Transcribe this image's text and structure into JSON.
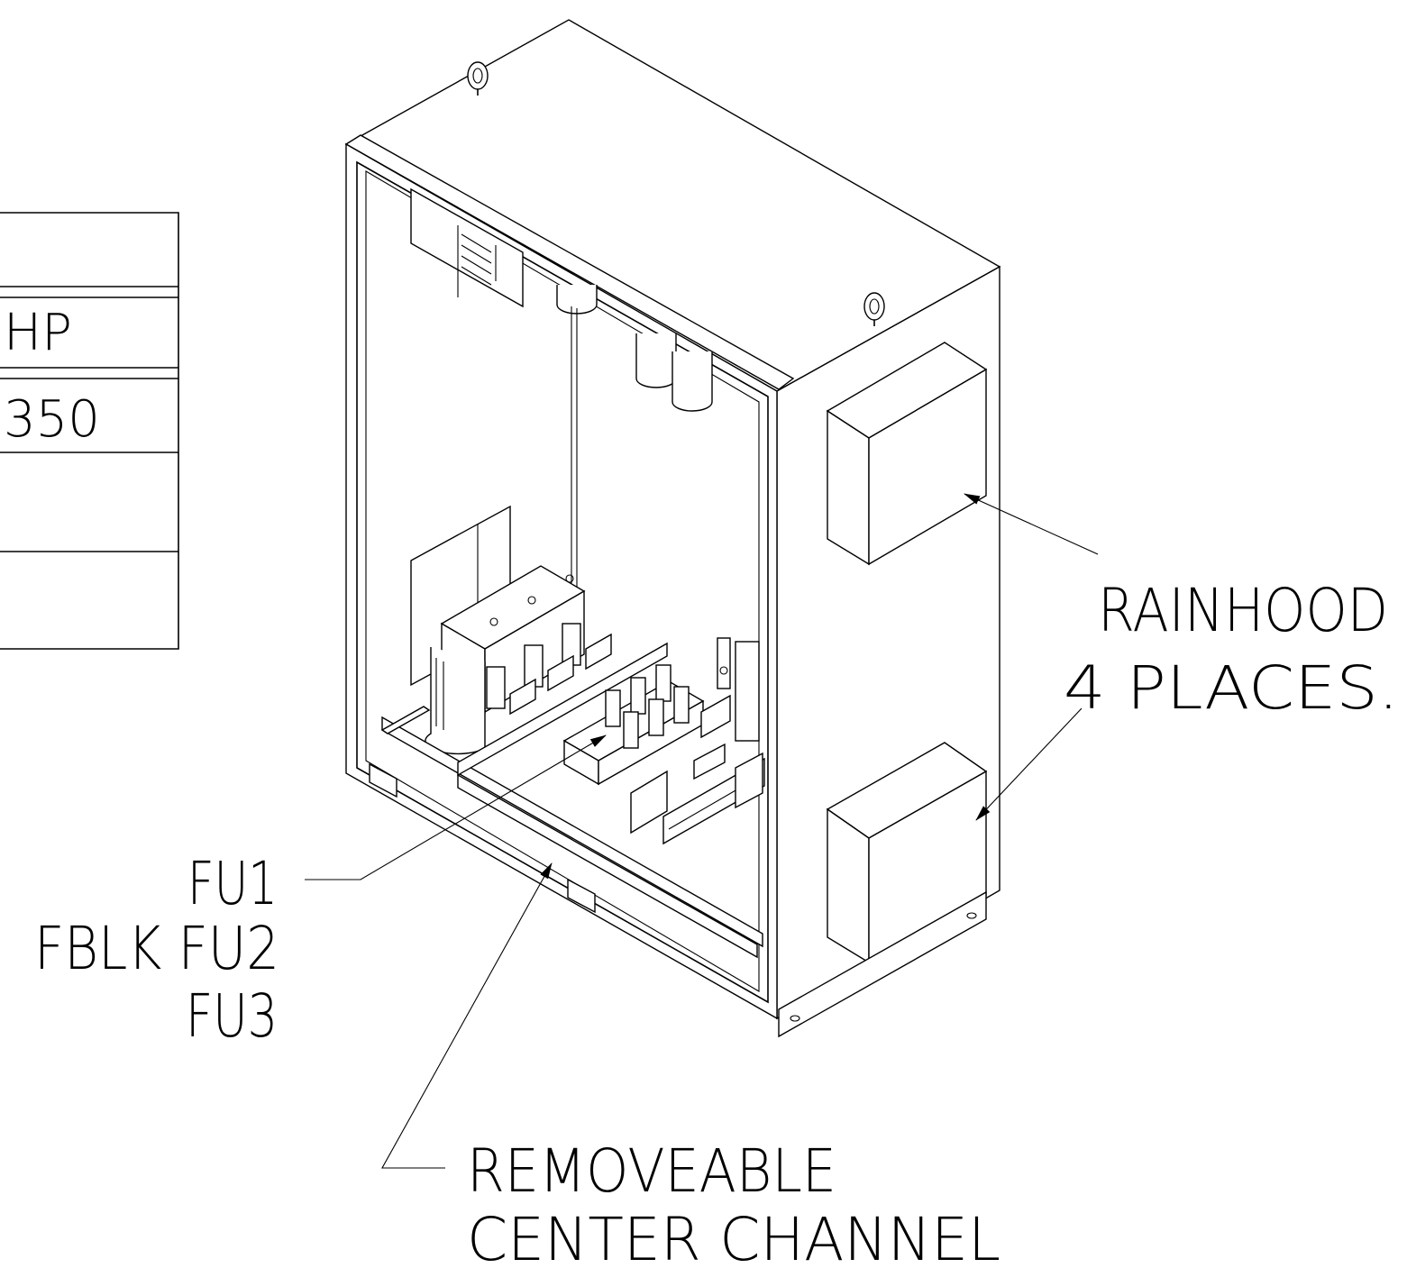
{
  "spec_table": {
    "rows": [
      "",
      "HP",
      "350",
      "",
      ""
    ]
  },
  "callouts": {
    "rainhood_line1": "RAINHOOD",
    "rainhood_line2": "4  PLACES.",
    "fuse_line1": "FU1",
    "fuse_line2": "FBLK FU2",
    "fuse_line3": "FU3",
    "channel_line1": "REMOVEABLE",
    "channel_line2": "CENTER  CHANNEL"
  }
}
